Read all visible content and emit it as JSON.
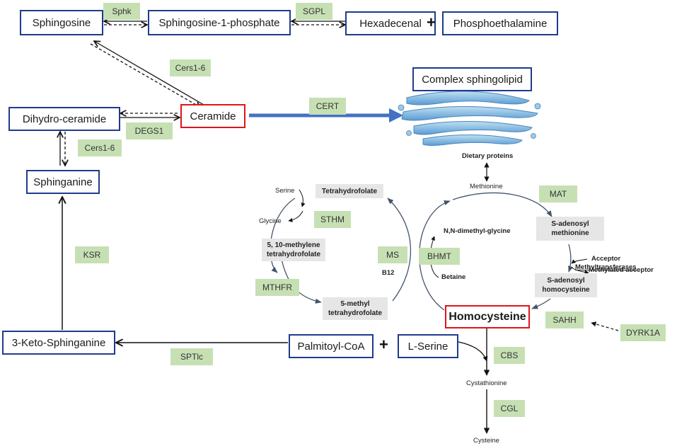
{
  "nodes": {
    "sphingosine": "Sphingosine",
    "s1p": "Sphingosine-1-phosphate",
    "hexadecenal": "Hexadecenal",
    "phosphoethalamine": "Phosphoethalamine",
    "ceramide": "Ceramide",
    "dihydroceramide": "Dihydro-ceramide",
    "sphinganine": "Sphinganine",
    "keto_sphinganine": "3-Keto-Sphinganine",
    "palmitoyl_coa": "Palmitoyl-CoA",
    "l_serine": "L-Serine",
    "complex_sphingolipid": "Complex sphingolipid",
    "homocysteine": "Homocysteine"
  },
  "enzymes": {
    "sphk": "Sphk",
    "sgpl": "SGPL",
    "cers_top": "Cers1-6",
    "cert": "CERT",
    "degs1": "DEGS1",
    "cers_left": "Cers1-6",
    "ksr": "KSR",
    "sptlc": "SPTlc",
    "sthm": "STHM",
    "mthfr": "MTHFR",
    "ms": "MS",
    "bhmt": "BHMT",
    "mat": "MAT",
    "sahh": "SAHH",
    "dyrk1a": "DYRK1A",
    "cbs": "CBS",
    "cgl": "CGL"
  },
  "metabolites": {
    "tetrahydrofolate": "Tetrahydrofolate",
    "methylene_thf_1": "5, 10-methylene",
    "methylene_thf_2": "tetrahydrofolate",
    "methyl_thf_1": "5-methyl",
    "methyl_thf_2": "tetrahydrofolate",
    "sam_1": "S-adenosyl",
    "sam_2": "methionine",
    "sah_1": "S-adenosyl",
    "sah_2": "homocysteine"
  },
  "labels": {
    "serine": "Serine",
    "glycine": "Glycine",
    "dietary_proteins": "Dietary proteins",
    "methionine": "Methionine",
    "dmg": "N,N-dimethyl-glycine",
    "b12": "B12",
    "betaine": "Betaine",
    "acceptor": "Acceptor",
    "methyltransferases": "Methyltransferases",
    "methylated_acceptor": "Methylated acceptor",
    "cystathionine": "Cystathionine",
    "cysteine": "Cysteine"
  },
  "symbols": {
    "plus": "+"
  },
  "colors": {
    "box_border": "#1f3b8c",
    "highlight_border": "#e0141b",
    "enzyme_fill": "#c6e0b4",
    "metabolite_fill": "#e7e6e6",
    "cert_arrow": "#4472c4",
    "cycle_arrow": "#44546a"
  },
  "icons": {
    "golgi": "golgi-apparatus-icon"
  }
}
